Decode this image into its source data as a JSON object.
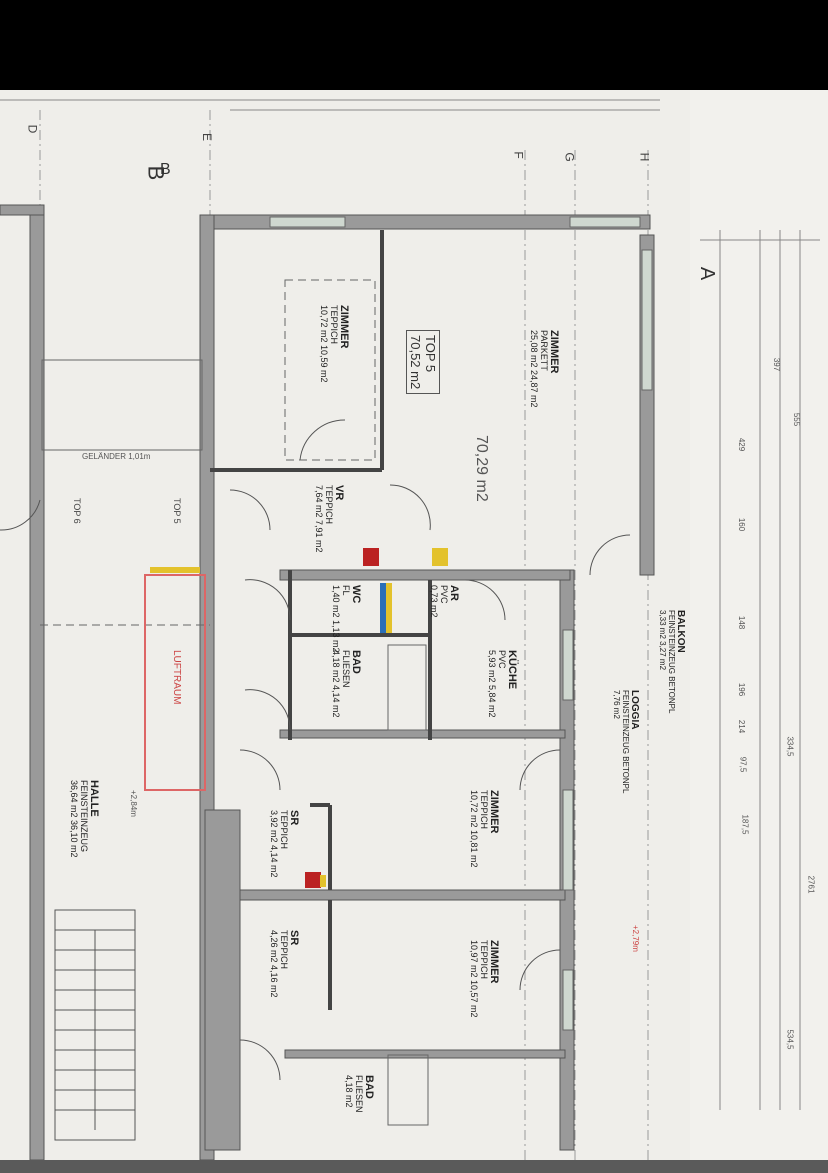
{
  "plan": {
    "unit": "TOP 5",
    "unit_area": "70,52 m2",
    "unit_area_hand": "70,29 m2",
    "axes": [
      "D",
      "E",
      "F",
      "G",
      "H"
    ],
    "section_marks": [
      "B",
      "A"
    ],
    "rooms": [
      {
        "name": "ZIMMER",
        "floor": "PARKETT",
        "area": "25,08 m2  24,87 m2"
      },
      {
        "name": "ZIMMER",
        "floor": "TEPPICH",
        "area": "10,72 m2  10,59 m2"
      },
      {
        "name": "VR",
        "floor": "TEPPICH",
        "area": "7,64 m2  7,91 m2"
      },
      {
        "name": "AR",
        "floor": "PVC",
        "area": "0,73 m2"
      },
      {
        "name": "WC",
        "floor": "FL",
        "area": "1,40 m2  1,13 m2"
      },
      {
        "name": "BAD",
        "floor": "FLIESEN",
        "area": "4,18 m2  4,14 m2"
      },
      {
        "name": "KÜCHE",
        "floor": "PVC",
        "area": "5,93 m2  5,84 m2"
      },
      {
        "name": "BALKON",
        "floor": "FEINSTEINZEUG BETONPL",
        "area": "3,33 m2  3,27 m2"
      },
      {
        "name": "LOGGIA",
        "floor": "FEINSTEINZEUG BETONPL",
        "area": "7,76 m2"
      },
      {
        "name": "ZIMMER",
        "floor": "TEPPICH",
        "area": "10,72 m2  10,81 m2"
      },
      {
        "name": "SR",
        "floor": "TEPPICH",
        "area": "3,92 m2  4,14 m2"
      },
      {
        "name": "ZIMMER",
        "floor": "TEPPICH",
        "area": "10,97 m2  10,57 m2"
      },
      {
        "name": "SR",
        "floor": "TEPPICH",
        "area": "4,26 m2  4,16 m2"
      },
      {
        "name": "BAD",
        "floor": "FLIESEN",
        "area": "4,18 m2"
      },
      {
        "name": "HALLE",
        "floor": "FEINSTEINZEUG",
        "area": "36,64 m2  36,10 m2"
      }
    ],
    "misc": {
      "luftraum": "LUFTRAUM",
      "gelaender": "GELÄNDER 1,01m",
      "top6": "TOP 6",
      "top5b": "TOP 5",
      "level1": "+2,84m",
      "level2": "+2,79m",
      "dims": [
        "555",
        "397",
        "429",
        "160",
        "148",
        "196",
        "214",
        "334,5",
        "97,5",
        "187,5",
        "2761",
        "534,5"
      ]
    }
  }
}
